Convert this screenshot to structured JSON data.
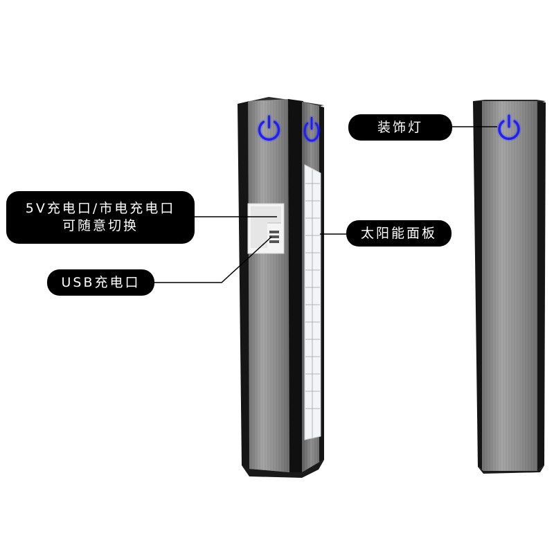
{
  "callouts": {
    "charge_port": {
      "line1": "5V充电口/市电充电口",
      "line2": "可随意切换"
    },
    "usb": {
      "label": "USB充电口"
    },
    "decor_light": {
      "label": "装饰灯"
    },
    "solar_panel": {
      "label": "太阳能面板"
    }
  },
  "icons": {
    "power": "power-icon",
    "solar": "solar-panel-icon"
  },
  "colors": {
    "background": "#ffffff",
    "callout_bg": "#000000",
    "callout_text": "#ffffff",
    "brushed_metal": "#8c8c8c",
    "frame_dark": "#111111",
    "power_led": "#1a1aff",
    "solar_cell": "#dfe3e8"
  }
}
